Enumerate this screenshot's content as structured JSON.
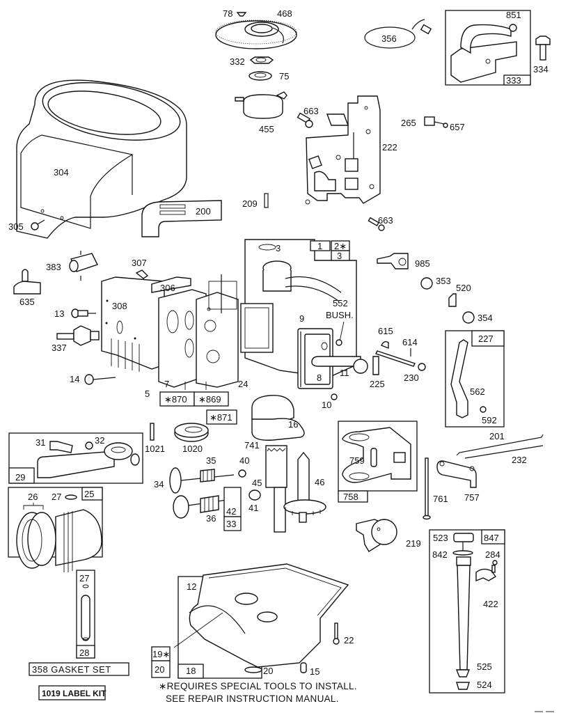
{
  "diagram": {
    "type": "exploded-parts-diagram",
    "subject": "engine parts breakdown",
    "colors": {
      "ink": "#111111",
      "paper": "#ffffff"
    }
  },
  "labels": {
    "p78": "78",
    "p468": "468",
    "p332": "332",
    "p75": "75",
    "p455": "455",
    "p356": "356",
    "p851": "851",
    "p334": "334",
    "p333": "333",
    "p663a": "663",
    "p663b": "663",
    "p222": "222",
    "p265": "265",
    "p657": "657",
    "p304": "304",
    "p305": "305",
    "p200": "200",
    "p209": "209",
    "p383": "383",
    "p635": "635",
    "p307": "307",
    "p306": "306",
    "p308": "308",
    "p13": "13",
    "p337": "337",
    "p14": "14",
    "p5": "5",
    "p7": "7",
    "p870": "∗870",
    "p869": "∗869",
    "p871": "∗871",
    "p24": "24",
    "p3a": "3",
    "p1": "1",
    "p2": "2∗",
    "p3b": "3",
    "p985": "985",
    "p353": "353",
    "p520": "520",
    "p354": "354",
    "p552": "552",
    "bush": "BUSH.",
    "p9": "9",
    "p8": "8",
    "p11": "11",
    "p10": "10",
    "p615": "615",
    "p614": "614",
    "p225": "225",
    "p230": "230",
    "p227": "227",
    "p562": "562",
    "p592": "592",
    "p16": "16",
    "p741": "741",
    "p1021": "1021",
    "p1020": "1020",
    "p31": "31",
    "p32": "32",
    "p29": "29",
    "p35": "35",
    "p40": "40",
    "p34": "34",
    "p45": "45",
    "p46": "46",
    "p41": "41",
    "p42": "42",
    "p33": "33",
    "p36": "36",
    "p26": "26",
    "p27a": "27",
    "p25": "25",
    "p759": "759",
    "p758": "758",
    "p761": "761",
    "p757": "757",
    "p201": "201",
    "p232": "232",
    "p219": "219",
    "p523": "523",
    "p847": "847",
    "p842": "842",
    "p284": "284",
    "p422": "422",
    "p525": "525",
    "p524": "524",
    "p27b": "27",
    "p28": "28",
    "p12": "12",
    "p19": "19∗",
    "p20a": "20",
    "p18": "18",
    "p20b": "20",
    "p22": "22",
    "p15": "15"
  },
  "kits": {
    "gasket_set": "358 GASKET SET",
    "label_kit": "1019 LABEL KIT"
  },
  "footnote": {
    "line1": "∗REQUIRES SPECIAL TOOLS TO INSTALL.",
    "line2": "SEE REPAIR INSTRUCTION MANUAL."
  }
}
